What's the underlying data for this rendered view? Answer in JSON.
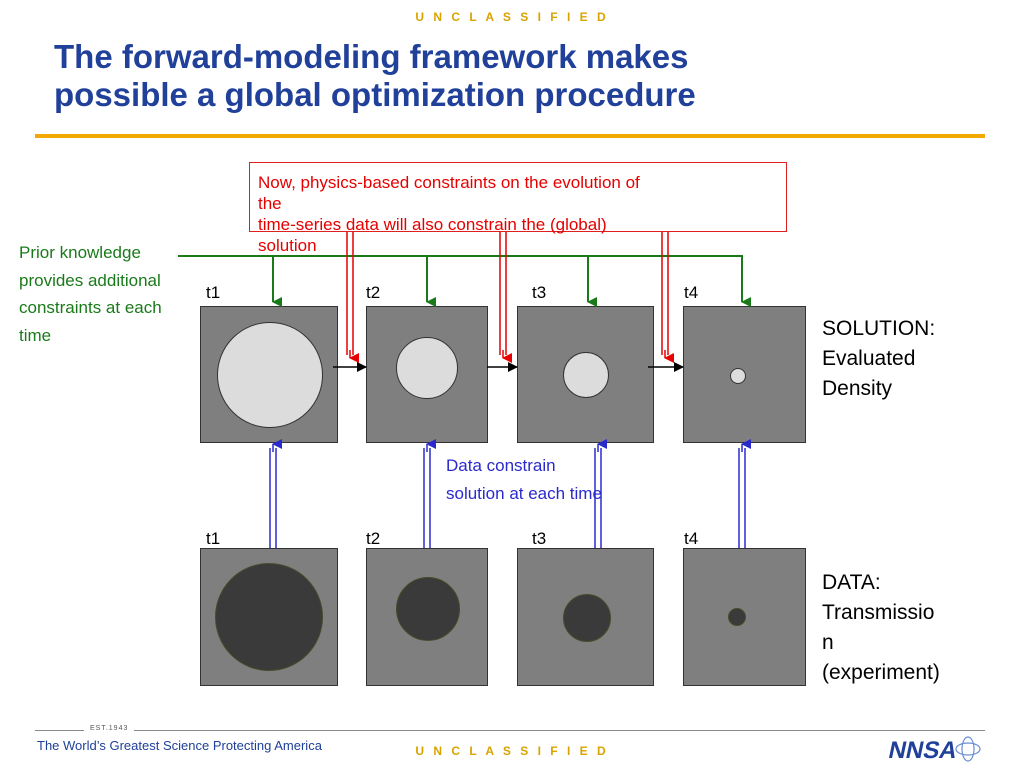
{
  "header": {
    "classification": "U N C L A S S I F I E D"
  },
  "slide": {
    "title_line1": "The forward-modeling framework makes",
    "title_line2": "possible a global optimization procedure"
  },
  "callout": {
    "line1": "Now, physics-based constraints on the evolution of",
    "line2": "the",
    "line3": "time-series data will also constrain the (global)",
    "line4": "solution"
  },
  "prior_knowledge": "Prior knowledge provides additional constraints at each time",
  "data_note": "Data constrain solution at each time",
  "time_labels": [
    "t1",
    "t2",
    "t3",
    "t4"
  ],
  "solution_label": {
    "line1": "SOLUTION:",
    "line2": "Evaluated",
    "line3": "Density"
  },
  "data_label": {
    "line1": "DATA:",
    "line2": "Transmissio",
    "line3": "n",
    "line4": "(experiment)"
  },
  "footer": {
    "est": "EST.1943",
    "tagline": "The World’s Greatest Science Protecting America",
    "classification": "U N C L A S S I F I E D",
    "logo_text": "NNSA"
  },
  "colors": {
    "title": "#20409a",
    "accent_rule": "#f2a900",
    "classification": "#d9a300",
    "physics_arrow": "#e60000",
    "prior_arrow": "#1a7a1a",
    "data_arrow": "#2a2acc",
    "panel": "#7f7f7f",
    "solution_blob": "#dcdcdc",
    "data_blob": "#3a3a3a"
  }
}
